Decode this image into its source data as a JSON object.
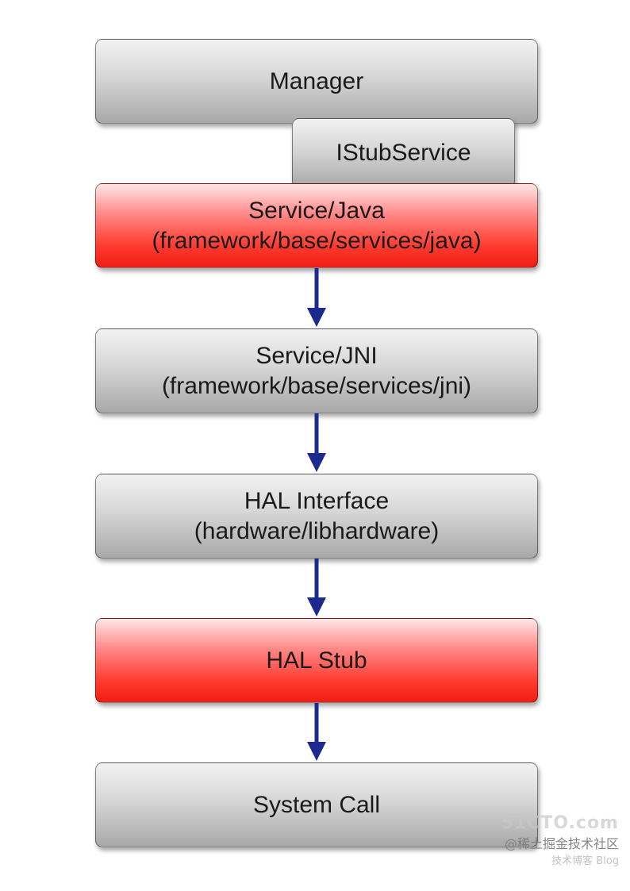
{
  "diagram": {
    "manager": {
      "label": "Manager"
    },
    "istub": {
      "label": "IStubService"
    },
    "service_java": {
      "title": "Service/Java",
      "path": "(framework/base/services/java)"
    },
    "service_jni": {
      "title": "Service/JNI",
      "path": "(framework/base/services/jni)"
    },
    "hal_interface": {
      "title": "HAL Interface",
      "path": "(hardware/libhardware)"
    },
    "hal_stub": {
      "label": "HAL Stub"
    },
    "system_call": {
      "label": "System Call"
    }
  },
  "colors": {
    "highlight_box": "#ff3a2e",
    "normal_box": "#c8c8c8",
    "arrow": "#1c2a8f"
  },
  "watermark": {
    "logo": "51CTO.com",
    "line": "@稀土掘金技术社区",
    "sub": "技术博客 Blog"
  }
}
